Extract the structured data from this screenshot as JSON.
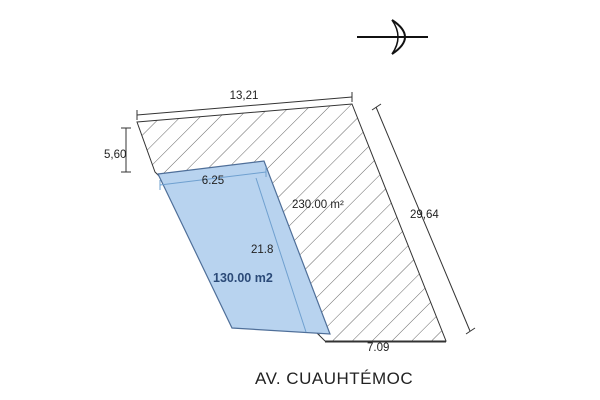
{
  "plot": {
    "dimensions": {
      "top": "13,21",
      "left": "5,60",
      "right": "29,64",
      "bottom": "7.09"
    },
    "total_area": "230.00 m²"
  },
  "subplot": {
    "width": "6.25",
    "length": "21.8",
    "area": "130.00 m2"
  },
  "street_name": "AV. CUAUHTÉMOC",
  "colors": {
    "subplot_fill": "#b8d3ef",
    "subplot_stroke": "#4f6f99",
    "dim_line": "#6fa0cf",
    "outline": "#333333"
  },
  "icons": [
    "north-arrow-icon"
  ]
}
